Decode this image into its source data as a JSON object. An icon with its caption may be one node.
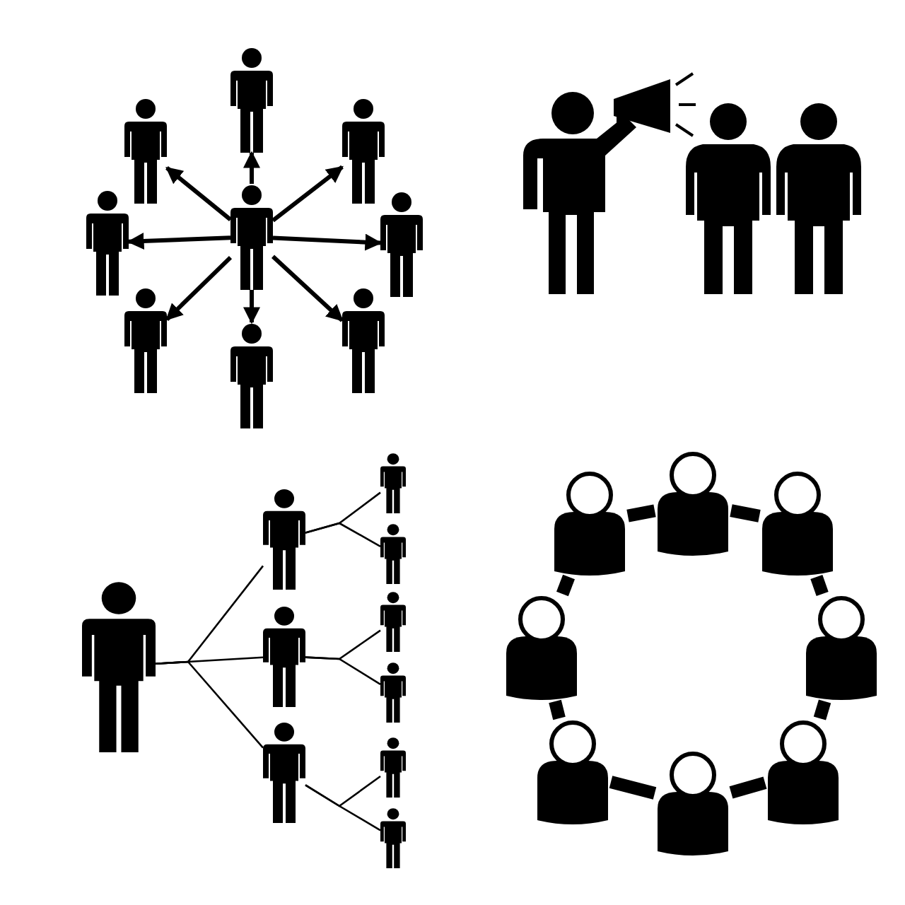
{
  "diagram": {
    "nodes": [
      {
        "text": [],
        "shape": "person"
      },
      {
        "text": [],
        "shape": "person"
      },
      {
        "text": [],
        "shape": "person"
      },
      {
        "text": [],
        "shape": "person"
      },
      {
        "text": [],
        "shape": "person"
      },
      {
        "text": [],
        "shape": "person"
      },
      {
        "text": [],
        "shape": "person"
      },
      {
        "text": [],
        "shape": "person"
      },
      {
        "text": [],
        "shape": "person"
      },
      {
        "text": [],
        "shape": "person"
      },
      {
        "text": [],
        "shape": "person"
      },
      {
        "text": [],
        "shape": "person"
      },
      {
        "text": [],
        "shape": "person"
      },
      {
        "text": [],
        "shape": "person"
      },
      {
        "text": [],
        "shape": "person"
      },
      {
        "text": [],
        "shape": "person"
      },
      {
        "text": [],
        "shape": "person"
      },
      {
        "text": [],
        "shape": "person"
      },
      {
        "text": [],
        "shape": "person"
      },
      {
        "text": [],
        "shape": "person"
      },
      {
        "text": [],
        "shape": "person"
      },
      {
        "text": [],
        "shape": "person"
      },
      {
        "text": [],
        "shape": "person"
      },
      {
        "text": [],
        "shape": "person"
      },
      {
        "text": [],
        "shape": "person"
      },
      {
        "text": [],
        "shape": "person"
      },
      {
        "text": [],
        "shape": "person"
      },
      {
        "text": [],
        "shape": "person"
      },
      {
        "text": [],
        "shape": "person"
      },
      {
        "text": [],
        "shape": "person"
      }
    ],
    "edges": [
      {
        "from": 0,
        "to": 1,
        "arrow": "to"
      },
      {
        "from": 0,
        "to": 2,
        "arrow": "to"
      },
      {
        "from": 0,
        "to": 3,
        "arrow": "to"
      },
      {
        "from": 0,
        "to": 4,
        "arrow": "to"
      },
      {
        "from": 0,
        "to": 5,
        "arrow": "to"
      },
      {
        "from": 0,
        "to": 6,
        "arrow": "to"
      },
      {
        "from": 0,
        "to": 7,
        "arrow": "to"
      },
      {
        "from": 0,
        "to": 8,
        "arrow": "to"
      },
      {
        "from": 12,
        "to": 13,
        "arrow": "none"
      },
      {
        "from": 12,
        "to": 14,
        "arrow": "none"
      },
      {
        "from": 12,
        "to": 15,
        "arrow": "none"
      },
      {
        "from": 13,
        "to": 16,
        "arrow": "none"
      },
      {
        "from": 13,
        "to": 17,
        "arrow": "none"
      },
      {
        "from": 14,
        "to": 18,
        "arrow": "none"
      },
      {
        "from": 14,
        "to": 19,
        "arrow": "none"
      },
      {
        "from": 15,
        "to": 20,
        "arrow": "none"
      },
      {
        "from": 15,
        "to": 21,
        "arrow": "none"
      },
      {
        "from": 22,
        "to": 23,
        "arrow": "none",
        "style": "thick"
      },
      {
        "from": 23,
        "to": 24,
        "arrow": "none",
        "style": "thick"
      },
      {
        "from": 24,
        "to": 26,
        "arrow": "none",
        "style": "thick"
      },
      {
        "from": 26,
        "to": 29,
        "arrow": "none",
        "style": "thick"
      },
      {
        "from": 29,
        "to": 28,
        "arrow": "none",
        "style": "thick"
      },
      {
        "from": 28,
        "to": 27,
        "arrow": "none",
        "style": "thick"
      },
      {
        "from": 27,
        "to": 25,
        "arrow": "none",
        "style": "thick"
      },
      {
        "from": 25,
        "to": 22,
        "arrow": "none",
        "style": "thick"
      }
    ]
  }
}
